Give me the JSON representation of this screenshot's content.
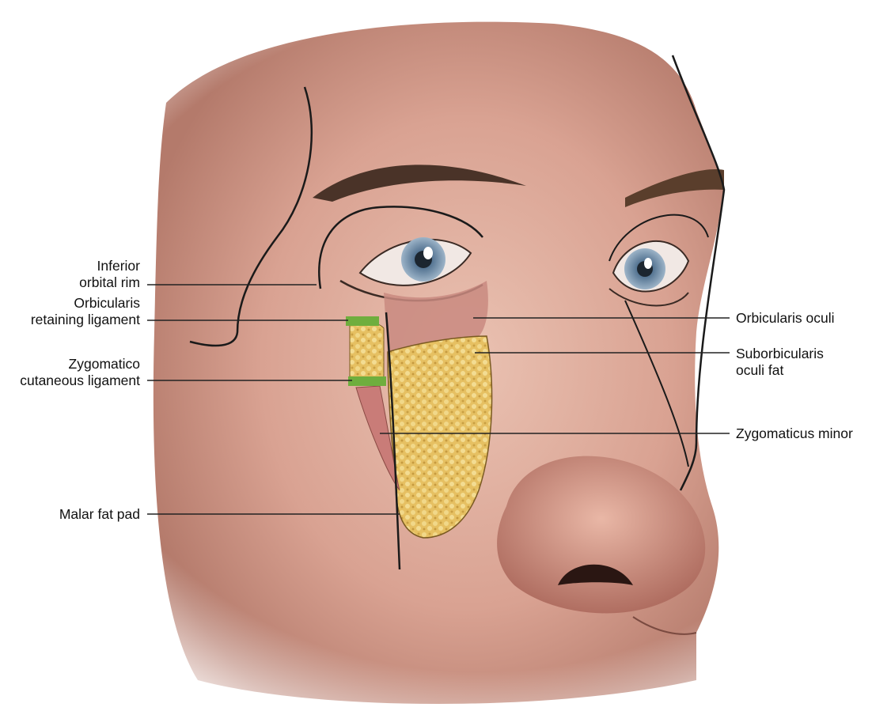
{
  "diagram": {
    "labels_left": [
      {
        "id": "inferior-orbital-rim",
        "lines": [
          "Inferior",
          "orbital rim"
        ]
      },
      {
        "id": "orbicularis-retaining-ligament",
        "lines": [
          "Orbicularis",
          "retaining ligament"
        ]
      },
      {
        "id": "zygomatico-cutaneous-ligament",
        "lines": [
          "Zygomatico",
          "cutaneous ligament"
        ]
      },
      {
        "id": "malar-fat-pad",
        "lines": [
          "Malar fat pad"
        ]
      }
    ],
    "labels_right": [
      {
        "id": "orbicularis-oculi",
        "lines": [
          "Orbicularis oculi"
        ]
      },
      {
        "id": "suborbicularis-oculi-fat",
        "lines": [
          "Suborbicularis",
          "oculi fat"
        ]
      },
      {
        "id": "zygomaticus-minor",
        "lines": [
          "Zygomaticus minor"
        ]
      }
    ],
    "colors": {
      "skin": "#e2b5a5",
      "skin_shadow": "#b47a6b",
      "fat": "#e8c25e",
      "ligament": "#6fae3e",
      "muscle": "#c98a80",
      "iris": "#6f8fb0",
      "outline": "#1a1a1a",
      "leader": "#222222"
    }
  }
}
